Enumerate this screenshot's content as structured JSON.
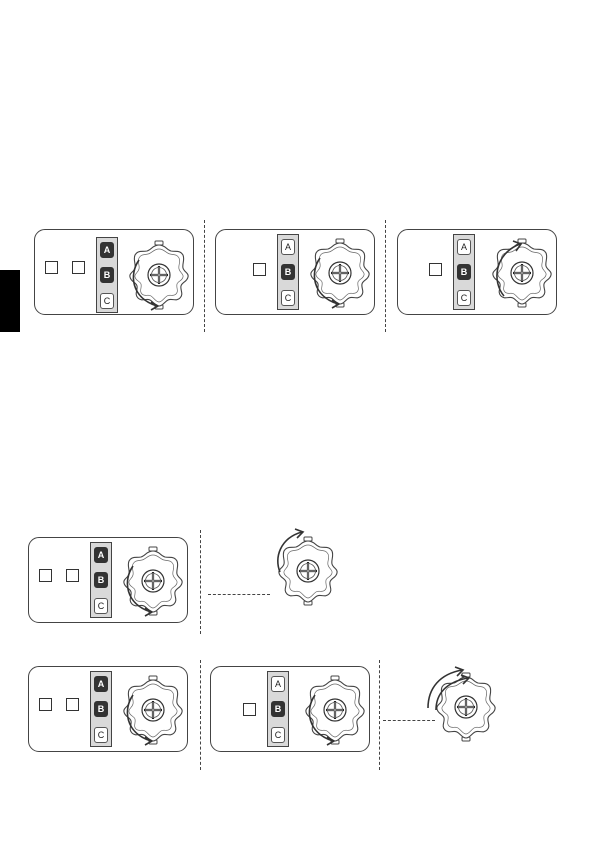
{
  "keys": {
    "a": "A",
    "b": "B",
    "c": "C"
  },
  "colors": {
    "tab": "#000000",
    "selected_key": "#333333",
    "panel_border": "#444444",
    "selector_bg": "#d9d9d9"
  },
  "icons": {
    "knob": "rotary-knob-icon",
    "rotate_cw": "rotate-clockwise-arrow-icon",
    "rotate_ccw": "rotate-counterclockwise-arrow-icon"
  }
}
